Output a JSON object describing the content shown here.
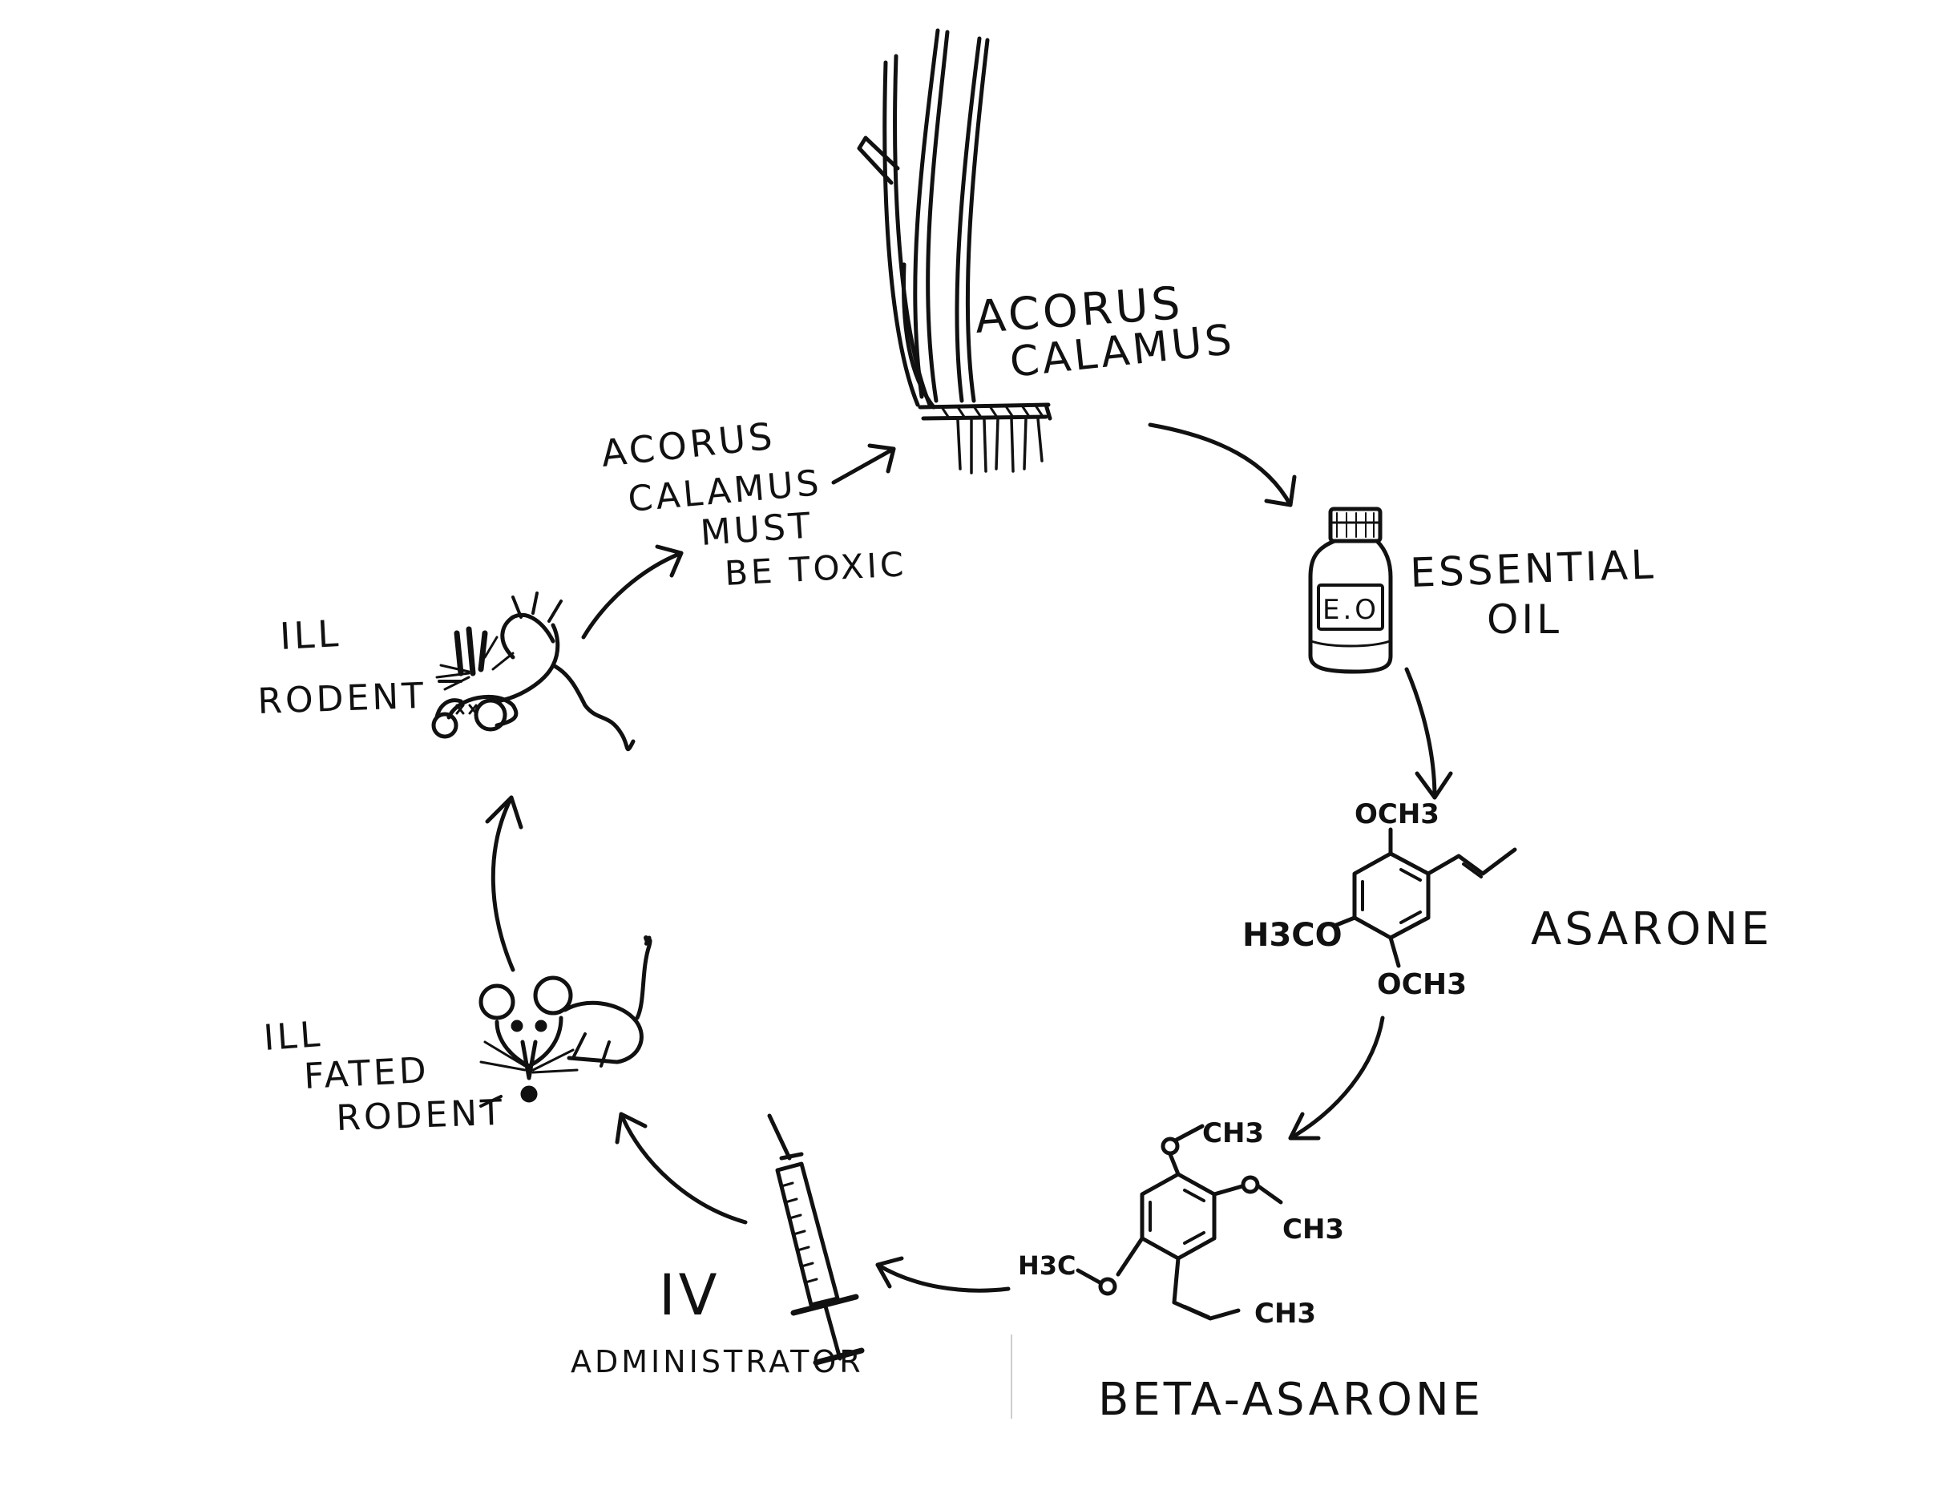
{
  "ink_color": "#111111",
  "paper_color": "#ffffff",
  "nodes": {
    "plant": {
      "label_line1": "ACORUS",
      "label_line2": "CALAMUS",
      "icon": "plant-icon"
    },
    "essential_oil": {
      "label_line1": "ESSENTIAL",
      "label_line2": "OIL",
      "bottle_text": "E.O.",
      "icon": "bottle-icon"
    },
    "asarone": {
      "label": "ASARONE",
      "groups": {
        "top": "OCH3",
        "left": "H3CO",
        "bottom": "OCH3"
      },
      "icon": "asarone-structure-icon"
    },
    "beta_asarone": {
      "label": "BETA-ASARONE",
      "groups": {
        "top": "CH3",
        "right": "CH3",
        "left": "H3C",
        "bottom": "CH3"
      },
      "icon": "beta-asarone-structure-icon"
    },
    "iv": {
      "label_line1": "IV",
      "label_line2": "ADMINISTRATOR",
      "icon": "syringe-icon"
    },
    "ill_fated_rodent": {
      "label_line1": "ILL",
      "label_line2": "FATED",
      "label_line3": "RODENT",
      "icon": "rodent-icon"
    },
    "ill_rodent": {
      "label_line1": "ILL",
      "label_line2": "RODENT",
      "icon": "ill-rodent-icon"
    },
    "conclusion": {
      "line1": "ACORUS",
      "line2": "CALAMUS",
      "line3": "MUST",
      "line4": "BE TOXIC"
    }
  }
}
